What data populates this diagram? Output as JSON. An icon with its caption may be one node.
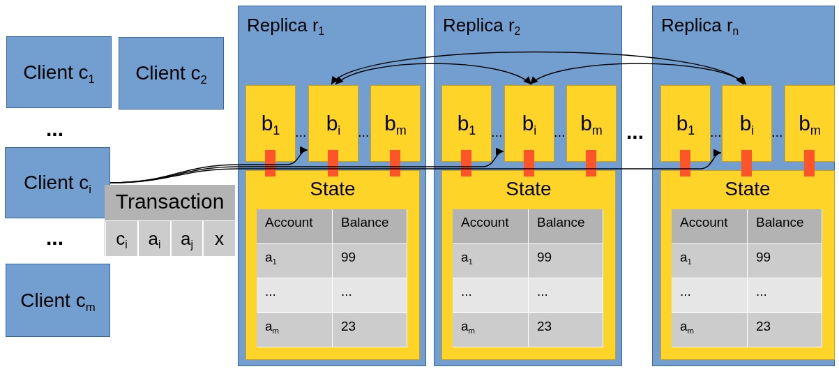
{
  "diagram": {
    "nodes": [
      {
        "text": [
          "Client c$_{1}$"
        ]
      },
      {
        "text": [
          "Client c$_{2}$"
        ]
      },
      {
        "text": [
          "Client c$_{i}$"
        ]
      },
      {
        "text": [
          "Client c$_{m}$"
        ]
      },
      {
        "text": [
          "Transaction"
        ]
      },
      {
        "text": [
          "c$_{i}$"
        ],
        "in": 4
      },
      {
        "text": [
          "a$_{i}$"
        ],
        "in": 4
      },
      {
        "text": [
          "a$_{j}$"
        ],
        "in": 4
      },
      {
        "text": [
          "x"
        ],
        "in": 4
      },
      {
        "text": [
          "Replica r$_{1}$"
        ]
      },
      {
        "text": [
          "b$_{1}$"
        ],
        "in": 9
      },
      {
        "text": [
          "b$_{i}$"
        ],
        "in": 9
      },
      {
        "text": [
          "b$_{m}$"
        ],
        "in": 9
      },
      {
        "text": [
          "State"
        ],
        "in": 9
      },
      {
        "text": [
          "Replica r$_{2}$"
        ]
      },
      {
        "text": [
          "b$_{1}$"
        ],
        "in": 14
      },
      {
        "text": [
          "b$_{i}$"
        ],
        "in": 14
      },
      {
        "text": [
          "b$_{m}$"
        ],
        "in": 14
      },
      {
        "text": [
          "State"
        ],
        "in": 14
      },
      {
        "text": [
          "Replica r$_{n}$"
        ]
      },
      {
        "text": [
          "b$_{1}$"
        ],
        "in": 19
      },
      {
        "text": [
          "b$_{i}$"
        ],
        "in": 19
      },
      {
        "text": [
          "b$_{m}$"
        ],
        "in": 19
      },
      {
        "text": [
          "State"
        ],
        "in": 19
      }
    ],
    "edges": [
      {
        "from": 2,
        "to": 11,
        "arrow": "to"
      },
      {
        "from": 2,
        "to": 16,
        "arrow": "to"
      },
      {
        "from": 2,
        "to": 21,
        "arrow": "to"
      },
      {
        "from": 11,
        "to": 16,
        "arrow": "both"
      },
      {
        "from": 11,
        "to": 21,
        "arrow": "both"
      },
      {
        "from": 16,
        "to": 21,
        "arrow": "both"
      }
    ],
    "labels": [
      "...",
      "...",
      "...",
      "...",
      "Account",
      "Balance",
      "a$_{1}$",
      "99",
      "...",
      "...",
      "a$_{m}$",
      "23",
      "...",
      "...",
      "...",
      "Account",
      "Balance",
      "a$_{1}$",
      "99",
      "...",
      "...",
      "a$_{m}$",
      "23",
      "...",
      "...",
      "Account",
      "Balance",
      "a$_{1}$",
      "99",
      "...",
      "...",
      "a$_{m}$",
      "23"
    ]
  }
}
